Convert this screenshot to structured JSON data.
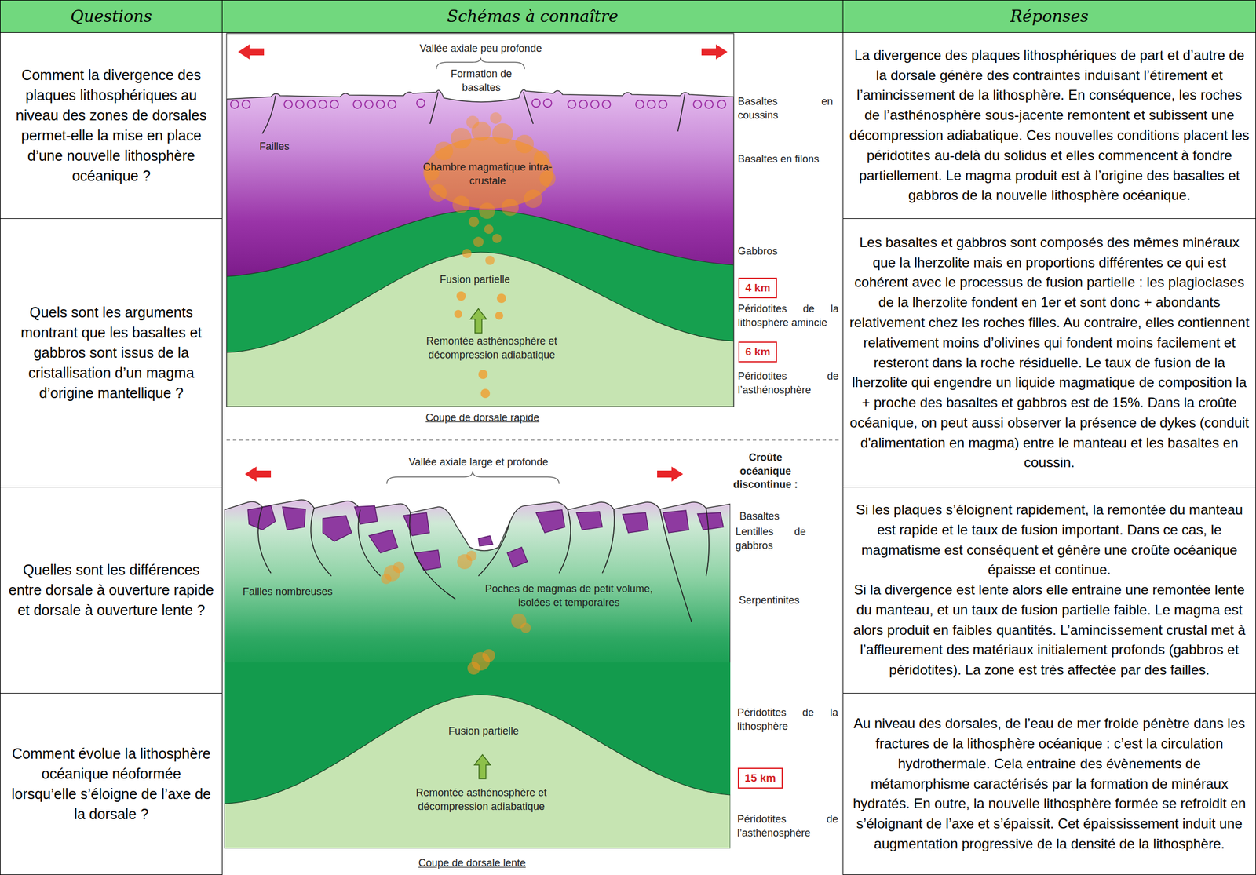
{
  "diagram": {
    "nodes": [
      {
        "text": [
          "Questions"
        ]
      },
      {
        "text": [
          "Schémas à connaître"
        ]
      },
      {
        "text": [
          "Réponses"
        ]
      },
      {
        "text": [
          "Comment la divergence des plaques lithosphériques au niveau des zones de dorsales permet-elle la mise en place d’une nouvelle lithosphère océanique ?"
        ]
      },
      {
        "text": [
          "La divergence des plaques lithosphériques de part et d’autre de la dorsale génère des contraintes induisant l’étirement et l’amincissement de la lithosphère. En conséquence, les roches de l’asthénosphère sous-jacente remontent et subissent une décompression adiabatique. Ces nouvelles conditions placent les péridotites au-delà du solidus et elles commencent à fondre partiellement. Le magma produit est à l’origine des basaltes et gabbros de la nouvelle lithosphère océanique."
        ]
      },
      {
        "text": [
          "Quels sont les arguments montrant que les basaltes et gabbros sont issus de la cristallisation d’un magma d’origine mantellique ?"
        ]
      },
      {
        "text": [
          "Les basaltes et gabbros sont composés des mêmes minéraux que la lherzolite mais en proportions différentes ce qui est cohérent avec le processus de fusion partielle : les plagioclases de la lherzolite fondent en 1er et sont donc + abondants relativement chez les roches filles. Au contraire, elles contiennent relativement moins d’olivines qui fondent moins facilement et resteront dans la roche résiduelle. Le taux de fusion de la lherzolite qui engendre un liquide magmatique de composition la + proche des basaltes et gabbros est de 15%. Dans la croûte océanique, on peut aussi observer la présence de dykes (conduit d'alimentation en magma) entre le manteau et les basaltes en coussin."
        ]
      },
      {
        "text": [
          "Quelles sont les différences entre dorsale à ouverture rapide et dorsale à ouverture lente ?"
        ]
      },
      {
        "text": [
          "Si les plaques s’éloignent rapidement, la remontée du manteau est rapide et le taux de fusion important. Dans ce cas, le magmatisme est conséquent et génère une croûte océanique épaisse et continue.",
          "Si la divergence est lente alors elle entraine une remontée lente du manteau, et un taux de fusion partielle faible. Le magma est alors produit en faibles quantités. L’amincissement crustal met à l’affleurement des matériaux initialement profonds (gabbros et péridotites). La zone est très affectée par des failles."
        ]
      },
      {
        "text": [
          "Comment évolue la lithosphère océanique néoformée lorsqu’elle s’éloigne de l’axe de la dorsale ?"
        ]
      },
      {
        "text": [
          "Au niveau des dorsales, de l’eau de mer froide pénètre dans les fractures de la lithosphère océanique : c’est la circulation hydrothermale. Cela entraine des évènements de métamorphisme caractérisés par la formation de minéraux hydratés. En outre, la nouvelle lithosphère formée se refroidit en s’éloignant de l’axe et s’épaissit. Cet épaississement induit une augmentation progressive de la densité de la lithosphère."
        ]
      },
      {
        "text": [
          "4 km"
        ]
      },
      {
        "text": [
          "6 km"
        ]
      },
      {
        "text": [
          "15 km"
        ]
      }
    ],
    "labels": [
      "Vallée axiale peu profonde",
      "Formation de basaltes",
      "Failles",
      "Chambre magmatique intra-crustale",
      "Fusion partielle",
      "Remontée asthénosphère et décompression adiabatique",
      "Basaltes en coussins",
      "Basaltes en filons",
      "Gabbros",
      "Péridotites de la lithosphère amincie",
      "Péridotites de l’asthénosphère",
      "Coupe de dorsale rapide",
      "Vallée axiale large et profonde",
      "Croûte océanique discontinue :",
      "Basaltes",
      "Lentilles de gabbros",
      "Failles nombreuses",
      "Poches de magmas de petit volume, isolées et temporaires",
      "Serpentinites",
      "Fusion partielle",
      "Péridotites de la lithosphère",
      "Remontée asthénosphère et décompression adiabatique",
      "Péridotites de l’asthénosphère",
      "Coupe de dorsale lente"
    ]
  }
}
